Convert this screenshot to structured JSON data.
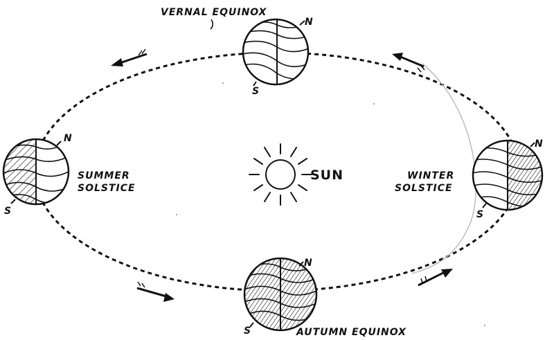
{
  "diagram": {
    "center": {
      "label": "SUN"
    },
    "positions": [
      {
        "id": "vernal",
        "label": "VERNAL EQUINOX",
        "north": "N",
        "south": "S"
      },
      {
        "id": "summer",
        "label_lines": [
          "SUMMER",
          "SOLSTICE"
        ],
        "north": "N",
        "south": "S"
      },
      {
        "id": "winter",
        "label_lines": [
          "WINTER",
          "SOLSTICE"
        ],
        "north": "N",
        "south": "S"
      },
      {
        "id": "autumn",
        "label": "AUTUMN EQUINOX",
        "north": "N",
        "south": "S"
      }
    ]
  }
}
